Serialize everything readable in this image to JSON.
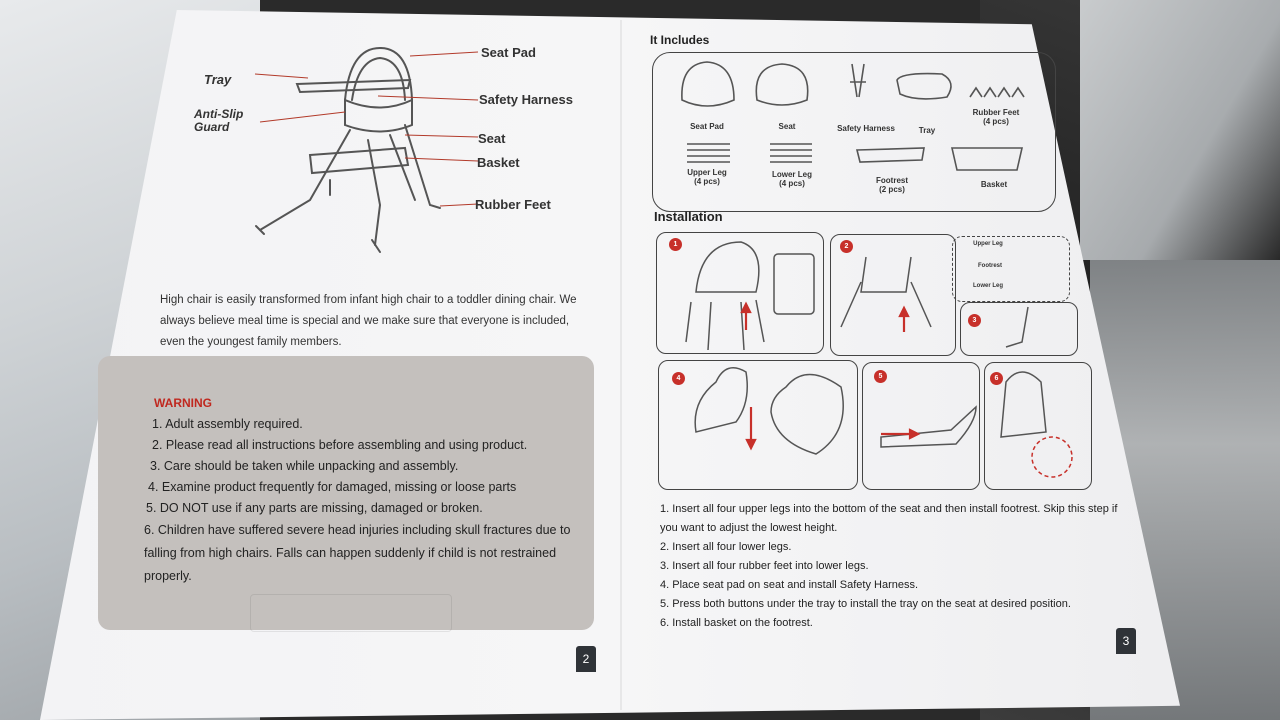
{
  "page2": {
    "labels": {
      "seat_pad": "Seat Pad",
      "tray": "Tray",
      "safety_harness": "Safety Harness",
      "anti_slip": "Anti-Slip\nGuard",
      "seat": "Seat",
      "basket": "Basket",
      "rubber_feet": "Rubber Feet"
    },
    "intro": "High chair is easily transformed from infant high chair to a toddler dining chair. We always believe meal time is special and we make sure that everyone is included, even the youngest family members.",
    "warning_title": "WARNING",
    "warnings": [
      "1. Adult assembly required.",
      "2. Please read all instructions before assembling and using product.",
      "3. Care should be taken while unpacking and assembly.",
      "4. Examine product frequently for damaged, missing or loose parts",
      "5. DO NOT use if any parts are missing, damaged or broken.",
      "6. Children have suffered severe head injuries including skull fractures due to falling from high chairs. Falls can happen suddenly if child is not restrained properly."
    ],
    "page_number": "2"
  },
  "page3": {
    "includes_title": "It Includes",
    "includes": [
      {
        "label": "Seat Pad"
      },
      {
        "label": "Seat"
      },
      {
        "label": "Safety Harness"
      },
      {
        "label": "Tray"
      },
      {
        "label": "Rubber Feet\n(4 pcs)"
      },
      {
        "label": "Upper Leg\n(4 pcs)"
      },
      {
        "label": "Lower Leg\n(4 pcs)"
      },
      {
        "label": "Footrest\n(2 pcs)"
      },
      {
        "label": "Basket"
      }
    ],
    "installation_title": "Installation",
    "step_numbers": [
      "1",
      "2",
      "3",
      "4",
      "5",
      "6"
    ],
    "detail_labels": {
      "upper_leg": "Upper Leg",
      "footrest": "Footrest",
      "lower_leg": "Lower Leg"
    },
    "steps": [
      "1. Insert all four upper legs into the bottom of the seat and then install footrest. Skip this step if you want to adjust the lowest height.",
      "2. Insert all four lower legs.",
      "3. Insert all four rubber feet into lower legs.",
      "4. Place seat pad on seat and install Safety Harness.",
      "5. Press both buttons under the tray to install the tray on the seat at desired position.",
      "6. Install basket on the footrest."
    ],
    "page_number": "3"
  }
}
